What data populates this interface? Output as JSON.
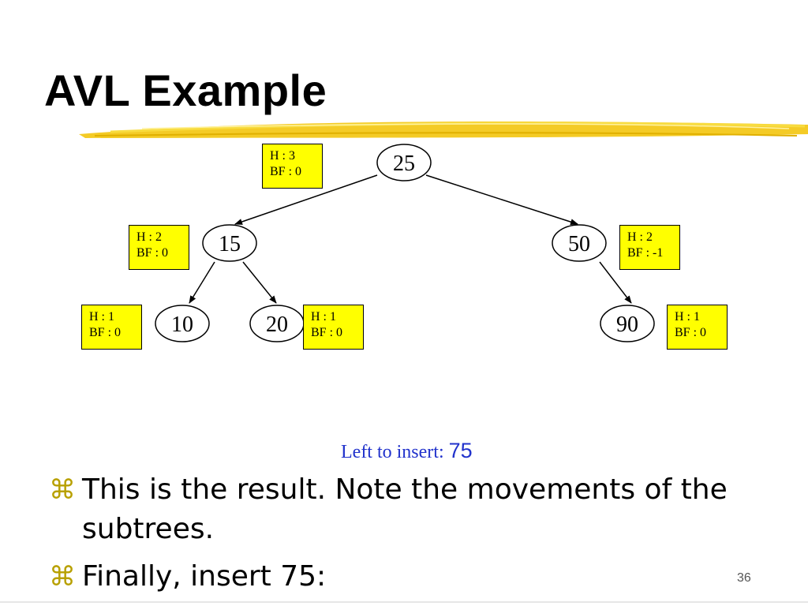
{
  "slide": {
    "title": "AVL Example",
    "page_number": "36",
    "accent_color": "#f2c200",
    "box_color": "#ffff00",
    "note_color": "#2233cc"
  },
  "tree": {
    "nodes": [
      {
        "id": "n25",
        "label": "25",
        "height_text": "H : 3",
        "bf_text": "BF : 0"
      },
      {
        "id": "n15",
        "label": "15",
        "height_text": "H : 2",
        "bf_text": "BF : 0"
      },
      {
        "id": "n50",
        "label": "50",
        "height_text": "H : 2",
        "bf_text": "BF : -1"
      },
      {
        "id": "n10",
        "label": "10",
        "height_text": "H : 1",
        "bf_text": "BF : 0"
      },
      {
        "id": "n20",
        "label": "20",
        "height_text": "H : 1",
        "bf_text": "BF : 0"
      },
      {
        "id": "n90",
        "label": "90",
        "height_text": "H : 1",
        "bf_text": "BF : 0"
      }
    ],
    "edges": [
      {
        "from": "25",
        "to": "15"
      },
      {
        "from": "25",
        "to": "50"
      },
      {
        "from": "15",
        "to": "10"
      },
      {
        "from": "15",
        "to": "20"
      },
      {
        "from": "50",
        "to": "90"
      }
    ]
  },
  "insert_note": {
    "label": "Left to insert:",
    "value": "75"
  },
  "bullets": [
    {
      "glyph": "⌘",
      "text": "This is the result. Note the movements of the subtrees."
    },
    {
      "glyph": "⌘",
      "text": "Finally, insert 75:"
    }
  ]
}
